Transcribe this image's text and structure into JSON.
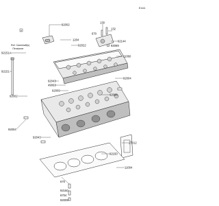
{
  "diagram_code": "E1111",
  "reference": {
    "line1": "Ref. Camshaft(s)",
    "line2": "/Tensioner"
  },
  "part_numbers": {
    "p92002_top": "92002",
    "p1204": "1204",
    "p92022": "92022",
    "p130": "130",
    "p132": "132",
    "p670": "670",
    "p92144": "92144",
    "p92069": "92069",
    "p92151a": "92151A",
    "p11060": "11060",
    "p92151": "92151",
    "p92043": "92043",
    "p49063": "49063",
    "p92002_left": "92002",
    "p92009": "92009",
    "p92004_right": "92004",
    "p92066": "92066",
    "p92004_left": "92004",
    "p92043_bottom": "92043",
    "p27012": "27012",
    "p92150": "92150",
    "p11004": "11004",
    "p670_b": "670",
    "p92150_b": "92150",
    "p6704": "6704",
    "p92009_b": "92009"
  },
  "icons": [
    "cylinder-head",
    "cylinder-head-cover",
    "head-gasket",
    "bolt",
    "stud",
    "callout-marker"
  ]
}
